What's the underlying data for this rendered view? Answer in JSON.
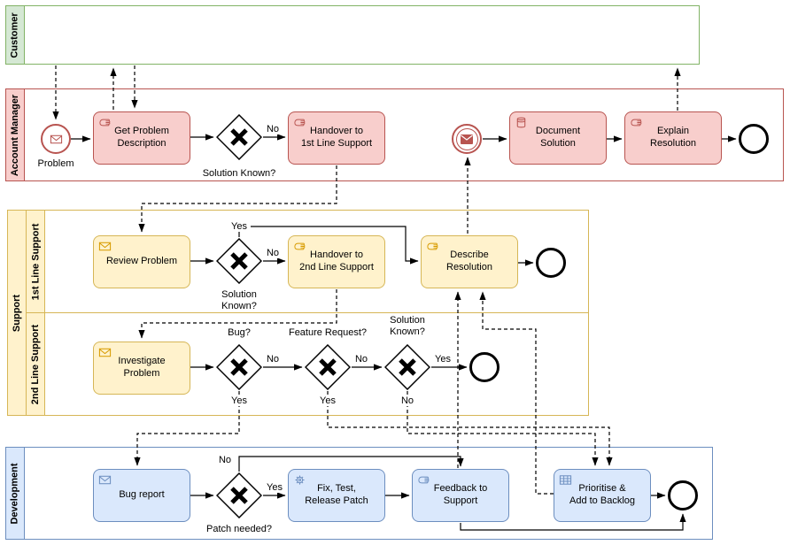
{
  "lanes": {
    "customer": "Customer",
    "account_manager": "Account Manager",
    "support": "Support",
    "first_line": "1st Line Support",
    "second_line": "2nd Line Support",
    "development": "Development"
  },
  "account_manager": {
    "start_event": "Problem",
    "get_problem": "Get Problem\nDescription",
    "solution_known_gw": "Solution Known?",
    "solution_known_no": "No",
    "handover_first": "Handover to\n1st Line Support",
    "document_solution": "Document\nSolution",
    "explain_resolution": "Explain\nResolution"
  },
  "first_line": {
    "review_problem": "Review Problem",
    "solution_known_gw": "Solution\nKnown?",
    "solution_known_yes": "Yes",
    "solution_known_no": "No",
    "handover_second": "Handover to\n2nd Line Support",
    "describe_resolution": "Describe\nResolution"
  },
  "second_line": {
    "investigate_problem": "Investigate\nProblem",
    "bug_gw": "Bug?",
    "bug_no": "No",
    "bug_yes": "Yes",
    "feature_gw": "Feature Request?",
    "feature_no": "No",
    "feature_yes": "Yes",
    "solution_known_gw": "Solution\nKnown?",
    "solution_known_yes": "Yes",
    "solution_known_no": "No"
  },
  "development": {
    "bug_report": "Bug report",
    "patch_gw": "Patch needed?",
    "patch_no": "No",
    "patch_yes": "Yes",
    "fix_test_release": "Fix, Test,\nRelease Patch",
    "feedback_support": "Feedback to\nSupport",
    "prioritise_backlog": "Prioritise &\nAdd to Backlog"
  },
  "colors": {
    "customer_border": "#82b366",
    "customer_fill": "#d5e8d4",
    "account_manager_border": "#b85450",
    "account_manager_fill": "#f8cecc",
    "support_border": "#d6b656",
    "support_fill": "#fff2cc",
    "development_border": "#6c8ebf",
    "development_fill": "#dae8fc",
    "flow_line": "#000000"
  }
}
